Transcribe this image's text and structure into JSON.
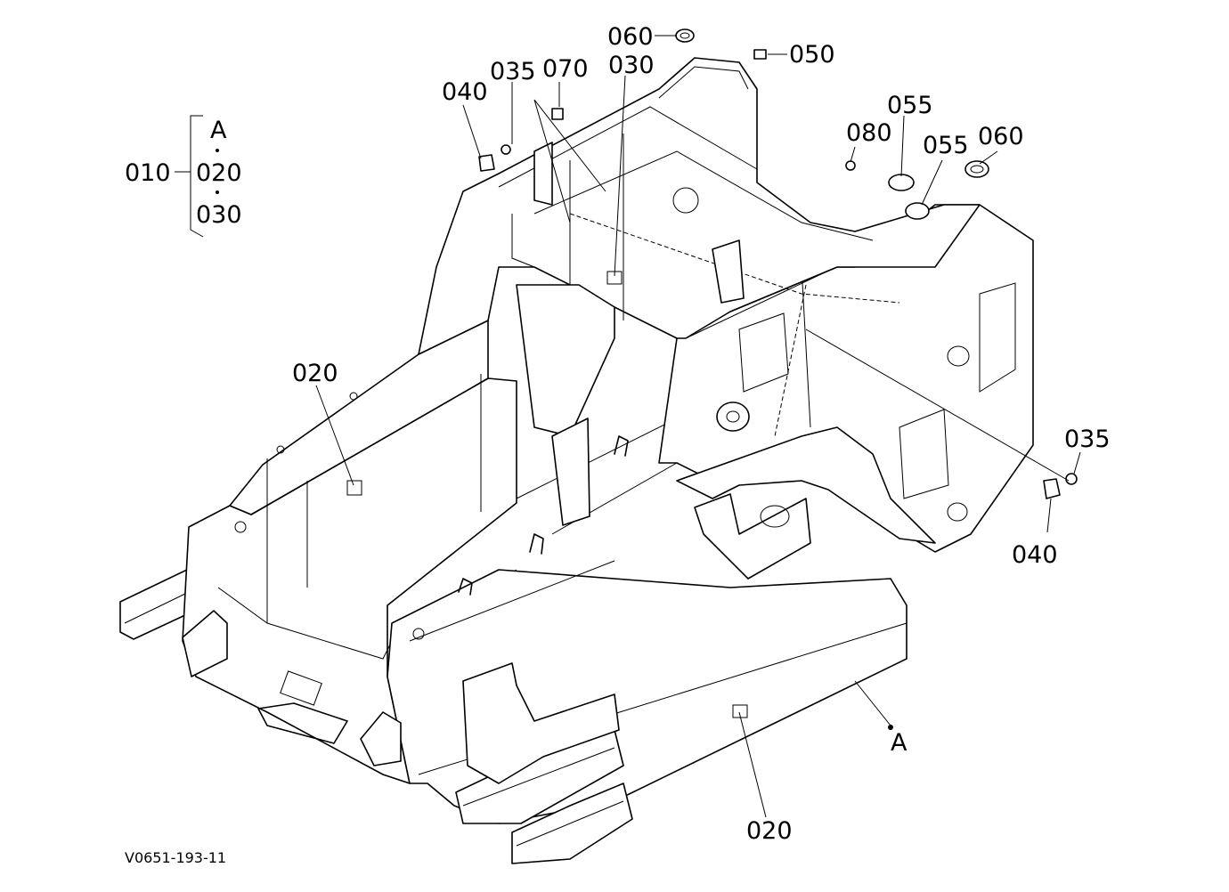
{
  "diagram": {
    "code": "V0651-193-11",
    "legend": {
      "parent": "010",
      "items": [
        "A",
        "020",
        "030"
      ]
    },
    "callouts": {
      "c060a": "060",
      "c050": "050",
      "c035a": "035",
      "c070": "070",
      "c030": "030",
      "c040a": "040",
      "c055a": "055",
      "c055b": "055",
      "c060b": "060",
      "c080": "080",
      "c020a": "020",
      "c035b": "035",
      "c040b": "040",
      "c020b": "020",
      "cA": "A"
    }
  }
}
